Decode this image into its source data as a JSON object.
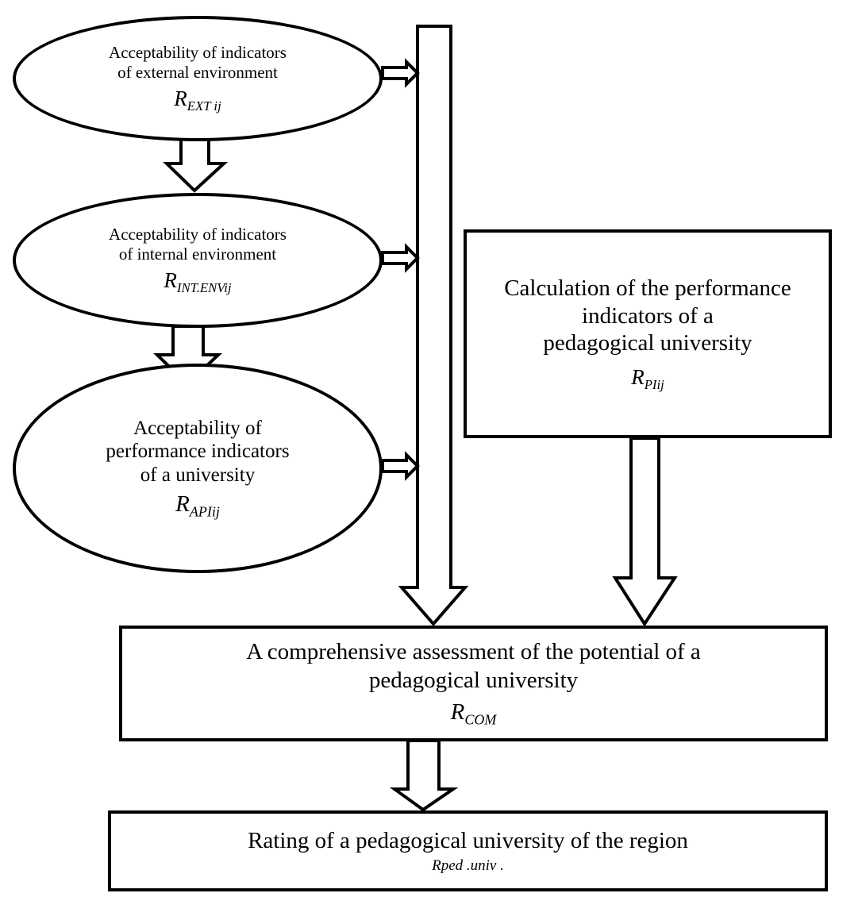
{
  "nodes": {
    "external": {
      "lines": [
        "Acceptability of indicators",
        "of external environment"
      ],
      "symbol": {
        "base": "R",
        "sub": "EXT ij"
      }
    },
    "internal": {
      "lines": [
        "Acceptability of indicators",
        "of internal environment"
      ],
      "symbol": {
        "base": "R",
        "sub": "INT.ENVij"
      }
    },
    "performance_acceptability": {
      "lines": [
        "Acceptability of",
        "performance indicators",
        "of a university"
      ],
      "symbol": {
        "base": "R",
        "sub": "APIij"
      }
    },
    "performance_calculation": {
      "lines": [
        "Calculation of the performance",
        "indicators of a",
        "pedagogical university"
      ],
      "symbol": {
        "base": "R",
        "sub": "PIij"
      }
    },
    "comprehensive": {
      "lines": [
        "A comprehensive assessment of the potential of a",
        "pedagogical university"
      ],
      "symbol": {
        "base": "R",
        "sub": "COM"
      }
    },
    "rating": {
      "lines": [
        "Rating of a pedagogical university of the region"
      ],
      "symbol_text": "Rped .univ ."
    }
  },
  "edges": [
    {
      "from": "external",
      "to": "internal"
    },
    {
      "from": "internal",
      "to": "performance_acceptability"
    },
    {
      "from": "external",
      "to": "comprehensive"
    },
    {
      "from": "internal",
      "to": "comprehensive"
    },
    {
      "from": "performance_acceptability",
      "to": "comprehensive"
    },
    {
      "from": "performance_calculation",
      "to": "comprehensive"
    },
    {
      "from": "comprehensive",
      "to": "rating"
    }
  ]
}
